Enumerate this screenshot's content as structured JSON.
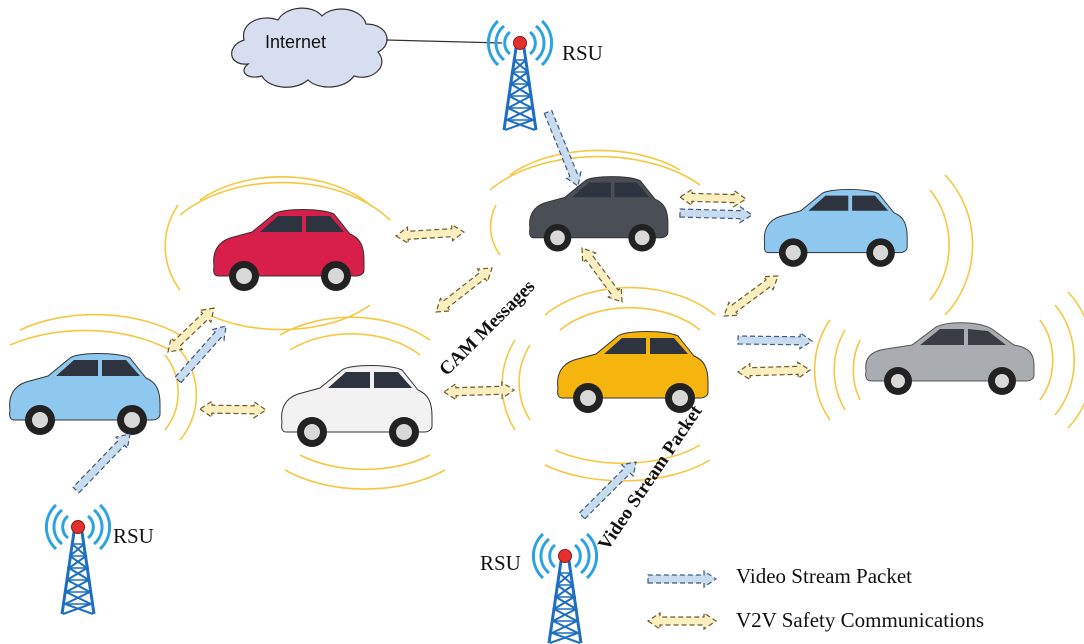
{
  "labels": {
    "internet": "Internet",
    "rsu_top": "RSU",
    "rsu_left": "RSU",
    "rsu_bottom": "RSU",
    "cam_messages": "CAM Messages",
    "video_stream_packet": "Video Stream Packet"
  },
  "legend": {
    "video": "Video Stream Packet",
    "v2v": "V2V Safety Communications"
  },
  "colors": {
    "video_arrow_fill": "#c9dcef",
    "video_arrow_stroke": "#3d5a80",
    "v2v_arrow_fill": "#fbeebf",
    "v2v_arrow_stroke": "#6b5a2a",
    "wave": "#f5c842",
    "tower": "#1e6fc0",
    "car_red": "#d81f4b",
    "car_dark": "#4a4e55",
    "car_lightblue": "#8fc8ee",
    "car_white": "#f2f2f2",
    "car_yellow": "#f6b40e",
    "car_gray": "#a9acb0"
  }
}
